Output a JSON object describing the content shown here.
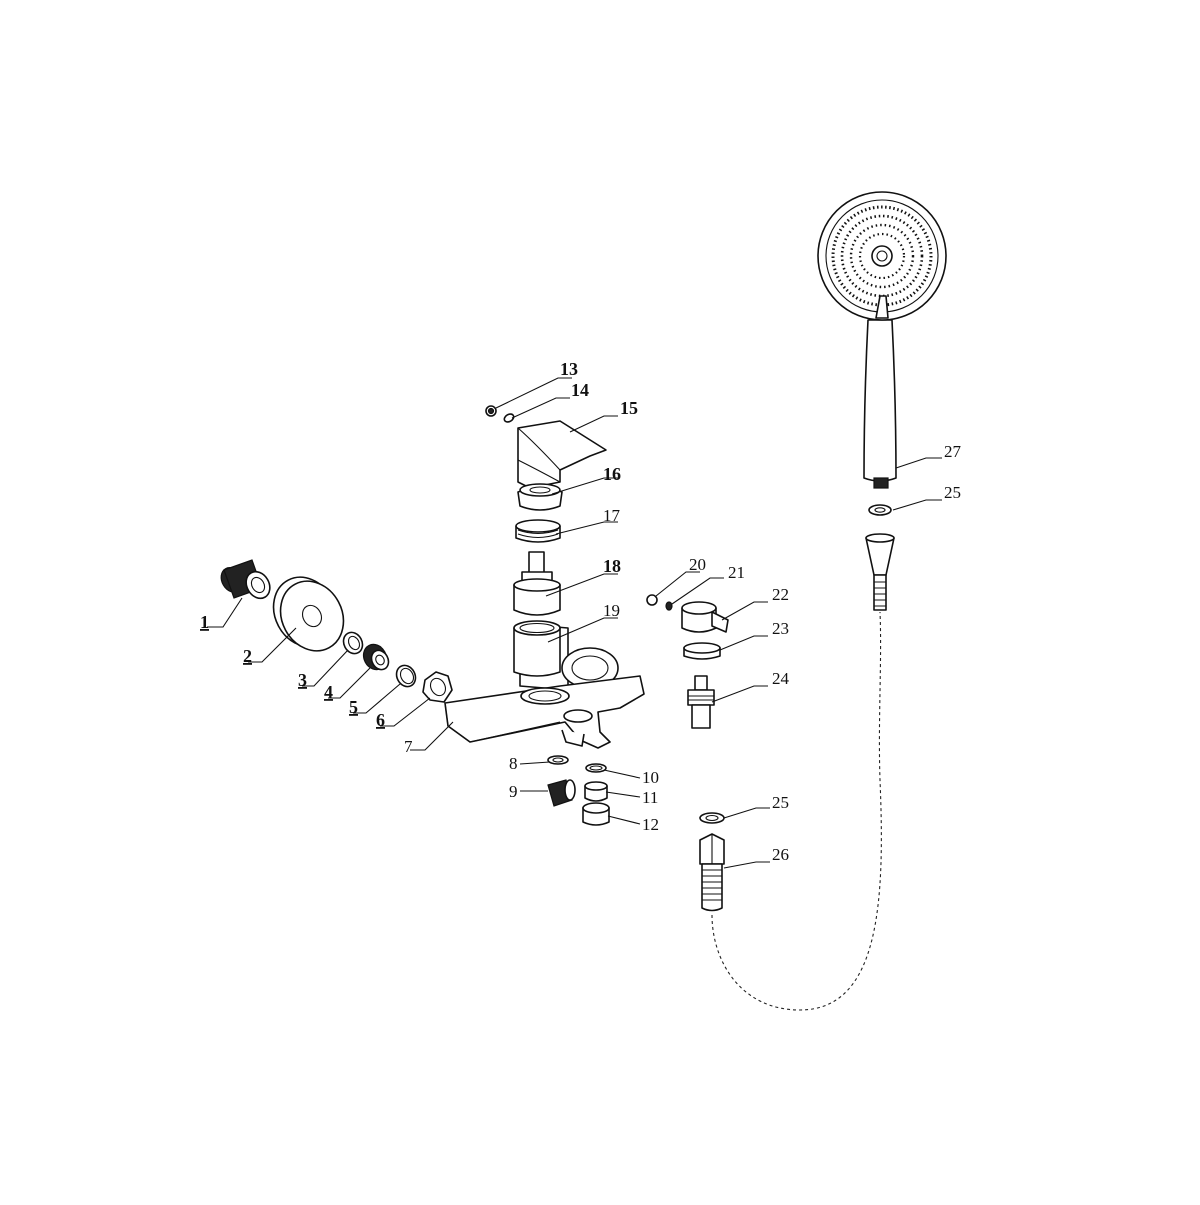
{
  "parts": [
    {
      "n": "1",
      "bold": true
    },
    {
      "n": "2",
      "bold": true
    },
    {
      "n": "3",
      "bold": true
    },
    {
      "n": "4",
      "bold": true
    },
    {
      "n": "5",
      "bold": true
    },
    {
      "n": "6",
      "bold": true
    },
    {
      "n": "7",
      "bold": false
    },
    {
      "n": "8",
      "bold": false
    },
    {
      "n": "9",
      "bold": false
    },
    {
      "n": "10",
      "bold": false
    },
    {
      "n": "11",
      "bold": false
    },
    {
      "n": "12",
      "bold": false
    },
    {
      "n": "13",
      "bold": true
    },
    {
      "n": "14",
      "bold": true
    },
    {
      "n": "15",
      "bold": true
    },
    {
      "n": "16",
      "bold": true
    },
    {
      "n": "17",
      "bold": false
    },
    {
      "n": "18",
      "bold": true
    },
    {
      "n": "19",
      "bold": false
    },
    {
      "n": "20",
      "bold": false
    },
    {
      "n": "21",
      "bold": false
    },
    {
      "n": "22",
      "bold": false
    },
    {
      "n": "23",
      "bold": false
    },
    {
      "n": "24",
      "bold": false
    },
    {
      "n": "25",
      "bold": false
    },
    {
      "n": "25",
      "bold": false
    },
    {
      "n": "26",
      "bold": false
    },
    {
      "n": "27",
      "bold": false
    }
  ],
  "colors": {
    "line": "#111111",
    "background": "#ffffff"
  }
}
